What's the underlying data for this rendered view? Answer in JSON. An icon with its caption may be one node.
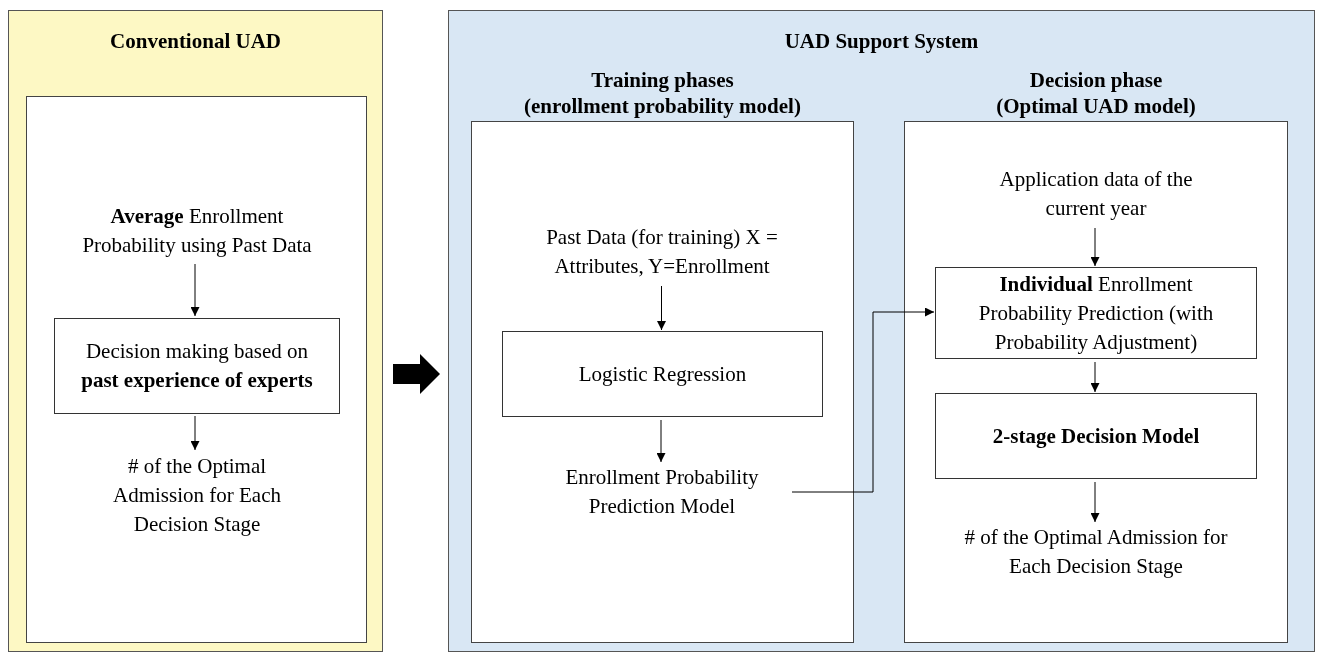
{
  "diagram": {
    "nodes": [
      {
        "text": [
          "Conventional UAD"
        ]
      },
      {
        "text": [],
        "shape": "box",
        "in": 0
      },
      {
        "text": [
          "**Average** Enrollment Probability using Past Data"
        ],
        "in": 1
      },
      {
        "text": [
          "Decision making based on **past experience of experts**"
        ],
        "in": 1
      },
      {
        "text": [
          "# of the Optimal Admission for Each Decision Stage"
        ],
        "in": 1
      },
      {
        "text": [
          "UAD Support System"
        ]
      },
      {
        "text": [
          "Training phases",
          "(enrollment probability model)"
        ],
        "in": 5
      },
      {
        "text": [
          "Past Data (for training) X = Attributes, Y=Enrollment"
        ],
        "in": 6
      },
      {
        "text": [
          "Logistic Regression"
        ],
        "in": 6
      },
      {
        "text": [
          "Enrollment Probability Prediction Model"
        ],
        "in": 6
      },
      {
        "text": [
          "Decision phase",
          "(Optimal UAD model)"
        ],
        "in": 5
      },
      {
        "text": [
          "Application data of the current year"
        ],
        "in": 10
      },
      {
        "text": [
          "**Individual** Enrollment Probability Prediction (with Probability Adjustment)"
        ],
        "in": 10
      },
      {
        "text": [
          "2-stage Decision Model"
        ],
        "in": 10
      },
      {
        "text": [
          "# of the Optimal Admission for Each Decision Stage"
        ],
        "in": 10
      }
    ],
    "edges": [
      {
        "from": 2,
        "to": 3,
        "arrow": "to"
      },
      {
        "from": 3,
        "to": 4,
        "arrow": "to"
      },
      {
        "from": 0,
        "to": 5,
        "arrow": "to",
        "style": "thick"
      },
      {
        "from": 7,
        "to": 8,
        "arrow": "to"
      },
      {
        "from": 8,
        "to": 9,
        "arrow": "to"
      },
      {
        "from": 9,
        "to": 12,
        "arrow": "to"
      },
      {
        "from": 11,
        "to": 12,
        "arrow": "to"
      },
      {
        "from": 12,
        "to": 13,
        "arrow": "to"
      },
      {
        "from": 13,
        "to": 14,
        "arrow": "to"
      }
    ]
  }
}
